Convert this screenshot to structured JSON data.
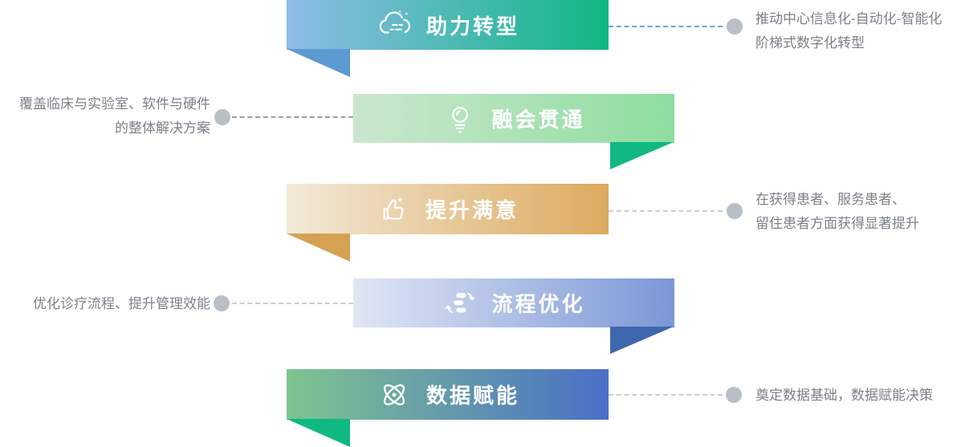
{
  "figure": {
    "background": "#FFFFFF",
    "dot_color": "#B9BFC6",
    "note_text_color": "#7B828A",
    "banner_text_color": "#FFFFFF"
  },
  "banners": [
    {
      "label": "助力转型",
      "icon": "cloud-transformation-icon",
      "fold_side": "left",
      "colors": {
        "gradient_from": "#8FBCE8",
        "gradient_to": "#0FB783",
        "fold": "#5B9AD2",
        "connector": "#70A0D8"
      },
      "note": {
        "side": "right",
        "lines": [
          "推动中心信息化-自动化-智能化",
          "阶梯式数字化转型"
        ]
      }
    },
    {
      "label": "融会贯通",
      "icon": "lightbulb-icon",
      "fold_side": "right",
      "colors": {
        "gradient_from": "#CBE7CE",
        "gradient_to": "#8EDDA0",
        "fold": "#10B981",
        "connector": "#9AA1A8"
      },
      "note": {
        "side": "left",
        "lines": [
          "覆盖临床与实验室、软件与硬件",
          "的整体解决方案"
        ]
      }
    },
    {
      "label": "提升满意",
      "icon": "thumbs-up-icon",
      "fold_side": "left",
      "colors": {
        "gradient_from": "#F2E9D9",
        "gradient_to": "#DCAA5E",
        "fold": "#D5A153",
        "connector": "#C9CED4"
      },
      "note": {
        "side": "right",
        "lines": [
          "在获得患者、服务患者、",
          "留住患者方面获得显著提升"
        ]
      }
    },
    {
      "label": "流程优化",
      "icon": "process-flow-icon",
      "fold_side": "right",
      "colors": {
        "gradient_from": "#E0E6F4",
        "gradient_to": "#7B97D6",
        "fold": "#3F67AD",
        "connector": "#C9CED4"
      },
      "note": {
        "side": "left",
        "lines": [
          "优化诊疗流程、提升管理效能"
        ]
      }
    },
    {
      "label": "数据赋能",
      "icon": "atom-icon",
      "fold_side": "left",
      "colors": {
        "gradient_from": "#7EC48F",
        "gradient_to": "#4A6FC8",
        "fold": "#10B981",
        "connector": "#C9CED4"
      },
      "note": {
        "side": "right",
        "lines": [
          "奠定数据基础，数据赋能决策"
        ]
      }
    }
  ]
}
